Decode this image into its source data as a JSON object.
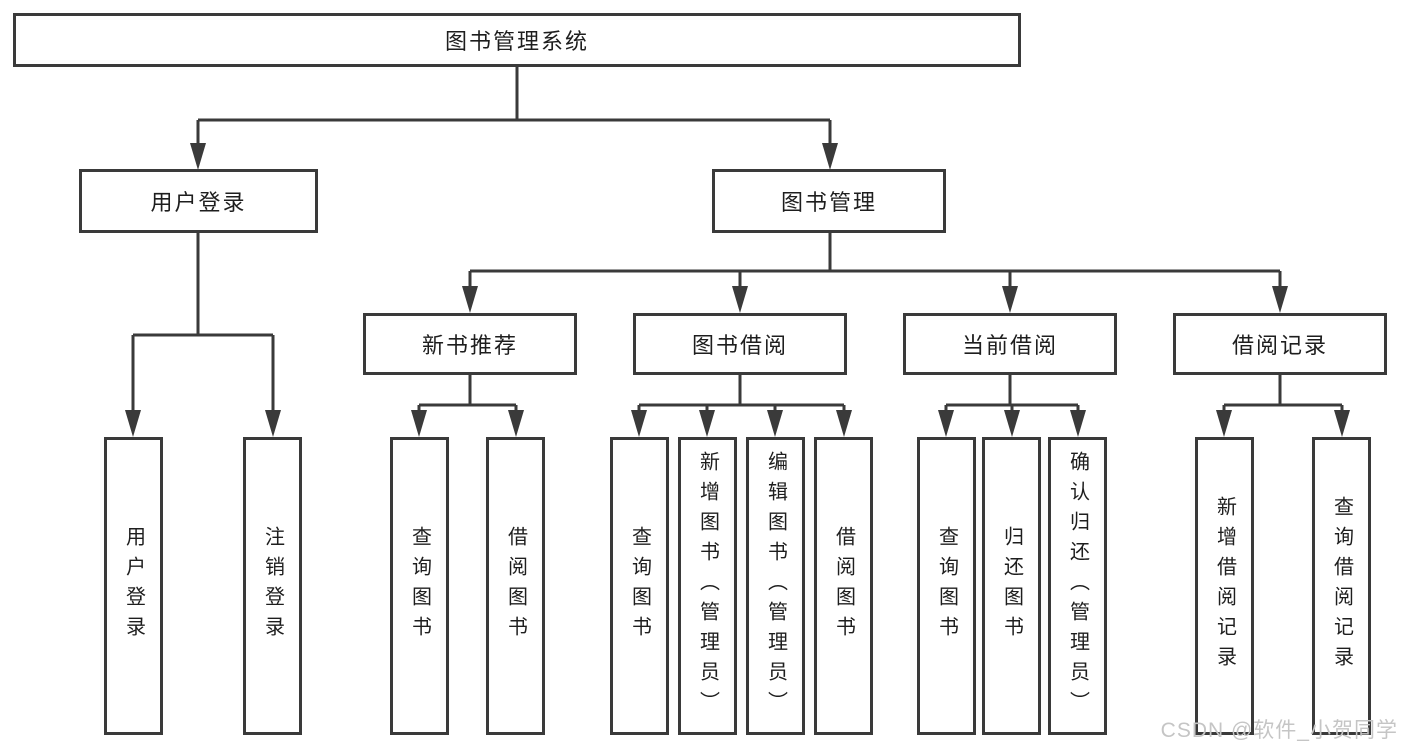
{
  "diagram": {
    "root": {
      "label": "图书管理系统"
    },
    "branches": [
      {
        "label": "用户登录",
        "children": [
          {
            "label": "用户登录"
          },
          {
            "label": "注销登录"
          }
        ]
      },
      {
        "label": "图书管理",
        "children": [
          {
            "label": "新书推荐",
            "children": [
              {
                "label": "查询图书"
              },
              {
                "label": "借阅图书"
              }
            ]
          },
          {
            "label": "图书借阅",
            "children": [
              {
                "label": "查询图书"
              },
              {
                "label": "新增图书（管理员）"
              },
              {
                "label": "编辑图书（管理员）"
              },
              {
                "label": "借阅图书"
              }
            ]
          },
          {
            "label": "当前借阅",
            "children": [
              {
                "label": "查询图书"
              },
              {
                "label": "归还图书"
              },
              {
                "label": "确认归还（管理员）"
              }
            ]
          },
          {
            "label": "借阅记录",
            "children": [
              {
                "label": "新增借阅记录"
              },
              {
                "label": "查询借阅记录"
              }
            ]
          }
        ]
      }
    ],
    "watermark": "CSDN @软件_小贺同学",
    "colors": {
      "line": "#3a3a3a",
      "text": "#1e1e1e",
      "watermark": "#c5c5c5",
      "background": "#ffffff"
    }
  }
}
